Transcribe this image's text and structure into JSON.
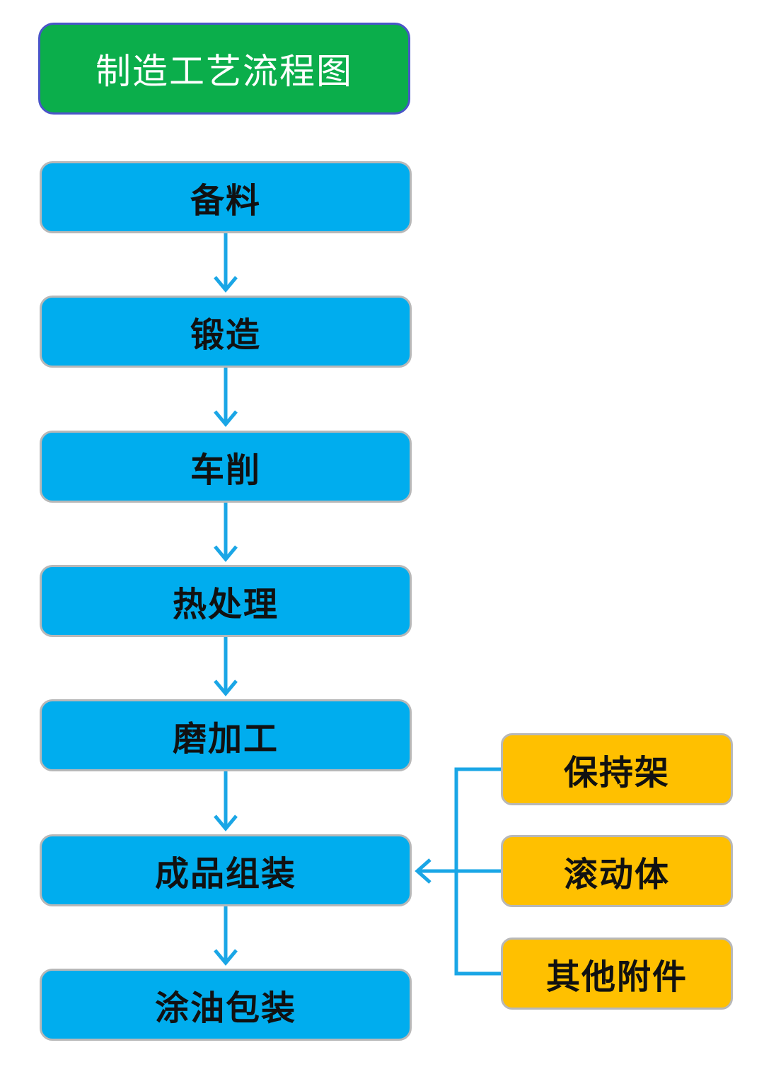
{
  "title": "制造工艺流程图",
  "steps": [
    "备料",
    "锻造",
    "车削",
    "热处理",
    "磨加工",
    "成品组装",
    "涂油包装"
  ],
  "components": [
    "保持架",
    "滚动体",
    "其他附件"
  ],
  "colors": {
    "title_fill": "#0bae4b",
    "step_fill": "#00adee",
    "component_fill": "#ffc000",
    "connector": "#1aa6e6"
  }
}
